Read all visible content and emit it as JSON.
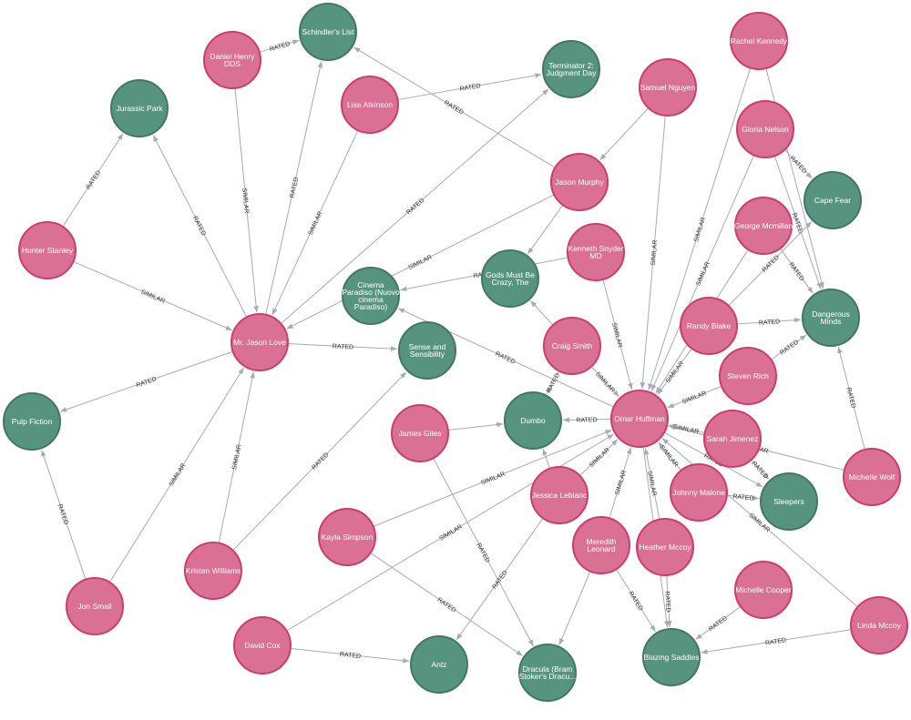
{
  "colors": {
    "user_fill": "#da7194",
    "user_stroke": "#cc3c6c",
    "movie_fill": "#569480",
    "movie_stroke": "#447666",
    "edge": "#a5abb6",
    "edge_label": "#333333"
  },
  "nodes": [
    {
      "id": "schindlers_list",
      "type": "movie",
      "lines": [
        "Schindler's List"
      ]
    },
    {
      "id": "terminator2",
      "type": "movie",
      "lines": [
        "Terminator 2:",
        "Judgment Day"
      ]
    },
    {
      "id": "jurassic_park",
      "type": "movie",
      "lines": [
        "Jurassic Park"
      ]
    },
    {
      "id": "cape_fear",
      "type": "movie",
      "lines": [
        "Cape Fear"
      ]
    },
    {
      "id": "dangerous_minds",
      "type": "movie",
      "lines": [
        "Dangerous",
        "Minds"
      ]
    },
    {
      "id": "gods_must_be_crazy",
      "type": "movie",
      "lines": [
        "Gods Must Be",
        "Crazy, The"
      ]
    },
    {
      "id": "cinema_paradiso",
      "type": "movie",
      "lines": [
        "Cinema",
        "Paradiso (Nuovo",
        "cinema",
        "Paradiso)"
      ]
    },
    {
      "id": "sense_sensibility",
      "type": "movie",
      "lines": [
        "Sense and",
        "Sensibility"
      ]
    },
    {
      "id": "pulp_fiction",
      "type": "movie",
      "lines": [
        "Pulp Fiction"
      ]
    },
    {
      "id": "dumbo",
      "type": "movie",
      "lines": [
        "Dumbo"
      ]
    },
    {
      "id": "sleepers",
      "type": "movie",
      "lines": [
        "Sleepers"
      ]
    },
    {
      "id": "antz",
      "type": "movie",
      "lines": [
        "Antz"
      ]
    },
    {
      "id": "dracula",
      "type": "movie",
      "lines": [
        "Dracula (Bram",
        "Stoker's Dracu..."
      ]
    },
    {
      "id": "blazing_saddles",
      "type": "movie",
      "lines": [
        "Blazing Saddles"
      ]
    },
    {
      "id": "daniel_henry",
      "type": "user",
      "lines": [
        "Daniel Henry",
        "DDS"
      ]
    },
    {
      "id": "lisa_atkinson",
      "type": "user",
      "lines": [
        "Lisa Atkinson"
      ]
    },
    {
      "id": "samuel_nguyen",
      "type": "user",
      "lines": [
        "Samuel Nguyen"
      ]
    },
    {
      "id": "rachel_kennedy",
      "type": "user",
      "lines": [
        "Rachel Kennedy"
      ]
    },
    {
      "id": "gloria_nelson",
      "type": "user",
      "lines": [
        "Gloria Nelson"
      ]
    },
    {
      "id": "hunter_stanley",
      "type": "user",
      "lines": [
        "Hunter Stanley"
      ]
    },
    {
      "id": "jason_murphy",
      "type": "user",
      "lines": [
        "Jason Murphy"
      ]
    },
    {
      "id": "george_mcmillan",
      "type": "user",
      "lines": [
        "George Mcmillan"
      ]
    },
    {
      "id": "kenneth_snyder",
      "type": "user",
      "lines": [
        "Kenneth Snyder",
        "MD"
      ]
    },
    {
      "id": "mr_jason_love",
      "type": "user",
      "lines": [
        "Mr. Jason Love"
      ]
    },
    {
      "id": "randy_blake",
      "type": "user",
      "lines": [
        "Randy Blake"
      ]
    },
    {
      "id": "craig_smith",
      "type": "user",
      "lines": [
        "Craig Smith"
      ]
    },
    {
      "id": "steven_rich",
      "type": "user",
      "lines": [
        "Steven Rich"
      ]
    },
    {
      "id": "omar_huffman",
      "type": "user",
      "lines": [
        "Omar Huffman"
      ]
    },
    {
      "id": "james_giles",
      "type": "user",
      "lines": [
        "James Giles"
      ]
    },
    {
      "id": "sarah_jimenez",
      "type": "user",
      "lines": [
        "Sarah Jimenez"
      ]
    },
    {
      "id": "michelle_wolf",
      "type": "user",
      "lines": [
        "Michelle Wolf"
      ]
    },
    {
      "id": "jessica_leblanc",
      "type": "user",
      "lines": [
        "Jessica Leblanc"
      ]
    },
    {
      "id": "johnny_malone",
      "type": "user",
      "lines": [
        "Johnny Malone"
      ]
    },
    {
      "id": "kayla_simpson",
      "type": "user",
      "lines": [
        "Kayla Simpson"
      ]
    },
    {
      "id": "meredith_leonard",
      "type": "user",
      "lines": [
        "Meredith",
        "Leonard"
      ]
    },
    {
      "id": "heather_mccoy",
      "type": "user",
      "lines": [
        "Heather Mccoy"
      ]
    },
    {
      "id": "kristen_williams",
      "type": "user",
      "lines": [
        "Kristen Williams"
      ]
    },
    {
      "id": "jon_small",
      "type": "user",
      "lines": [
        "Jon Small"
      ]
    },
    {
      "id": "michelle_cooper",
      "type": "user",
      "lines": [
        "Michelle Cooper"
      ]
    },
    {
      "id": "linda_mccoy",
      "type": "user",
      "lines": [
        "Linda Mccoy"
      ]
    },
    {
      "id": "david_cox",
      "type": "user",
      "lines": [
        "David Cox"
      ]
    }
  ],
  "edges": [
    {
      "source": "daniel_henry",
      "target": "schindlers_list",
      "label": "RATED"
    },
    {
      "source": "daniel_henry",
      "target": "mr_jason_love",
      "label": "SIMILAR"
    },
    {
      "source": "mr_jason_love",
      "target": "schindlers_list",
      "label": "RATED"
    },
    {
      "source": "jason_murphy",
      "target": "schindlers_list",
      "label": "RATED"
    },
    {
      "source": "lisa_atkinson",
      "target": "terminator2",
      "label": "RATED"
    },
    {
      "source": "lisa_atkinson",
      "target": "mr_jason_love",
      "label": "SIMILAR"
    },
    {
      "source": "mr_jason_love",
      "target": "terminator2",
      "label": "RATED"
    },
    {
      "source": "hunter_stanley",
      "target": "jurassic_park",
      "label": "RATED"
    },
    {
      "source": "mr_jason_love",
      "target": "jurassic_park",
      "label": "RATED"
    },
    {
      "source": "hunter_stanley",
      "target": "mr_jason_love",
      "label": "SIMILAR"
    },
    {
      "source": "mr_jason_love",
      "target": "pulp_fiction",
      "label": "RATED"
    },
    {
      "source": "jon_small",
      "target": "pulp_fiction",
      "label": "RATED"
    },
    {
      "source": "jon_small",
      "target": "mr_jason_love",
      "label": "SIMILAR"
    },
    {
      "source": "kristen_williams",
      "target": "mr_jason_love",
      "label": "SIMILAR"
    },
    {
      "source": "kristen_williams",
      "target": "sense_sensibility",
      "label": "RATED"
    },
    {
      "source": "mr_jason_love",
      "target": "sense_sensibility",
      "label": "RATED"
    },
    {
      "source": "jason_murphy",
      "target": "mr_jason_love",
      "label": "SIMILAR"
    },
    {
      "source": "jason_murphy",
      "target": "gods_must_be_crazy",
      "label": ""
    },
    {
      "source": "samuel_nguyen",
      "target": "jason_murphy",
      "label": ""
    },
    {
      "source": "samuel_nguyen",
      "target": "omar_huffman",
      "label": "SIMILAR"
    },
    {
      "source": "rachel_kennedy",
      "target": "omar_huffman",
      "label": "SIMILAR"
    },
    {
      "source": "rachel_kennedy",
      "target": "dangerous_minds",
      "label": ""
    },
    {
      "source": "gloria_nelson",
      "target": "cape_fear",
      "label": "RATED"
    },
    {
      "source": "gloria_nelson",
      "target": "dangerous_minds",
      "label": "RATED"
    },
    {
      "source": "gloria_nelson",
      "target": "omar_huffman",
      "label": "SIMILAR"
    },
    {
      "source": "george_mcmillan",
      "target": "dangerous_minds",
      "label": "RATED"
    },
    {
      "source": "george_mcmillan",
      "target": "omar_huffman",
      "label": ""
    },
    {
      "source": "randy_blake",
      "target": "dangerous_minds",
      "label": "RATED"
    },
    {
      "source": "randy_blake",
      "target": "cape_fear",
      "label": "RATED"
    },
    {
      "source": "randy_blake",
      "target": "omar_huffman",
      "label": "SIMILAR"
    },
    {
      "source": "steven_rich",
      "target": "dangerous_minds",
      "label": "RATED"
    },
    {
      "source": "steven_rich",
      "target": "omar_huffman",
      "label": "SIMILAR"
    },
    {
      "source": "michelle_wolf",
      "target": "dangerous_minds",
      "label": "RATED"
    },
    {
      "source": "michelle_wolf",
      "target": "omar_huffman",
      "label": "SIMILAR"
    },
    {
      "source": "sarah_jimenez",
      "target": "omar_huffman",
      "label": "SIMILAR"
    },
    {
      "source": "sarah_jimenez",
      "target": "sleepers",
      "label": "RATED"
    },
    {
      "source": "omar_huffman",
      "target": "sleepers",
      "label": "RATED"
    },
    {
      "source": "johnny_malone",
      "target": "sleepers",
      "label": "RATED"
    },
    {
      "source": "johnny_malone",
      "target": "omar_huffman",
      "label": "SIMILAR"
    },
    {
      "source": "kenneth_snyder",
      "target": "cinema_paradiso",
      "label": "RATED"
    },
    {
      "source": "kenneth_snyder",
      "target": "omar_huffman",
      "label": "SIMILAR"
    },
    {
      "source": "craig_smith",
      "target": "gods_must_be_crazy",
      "label": ""
    },
    {
      "source": "craig_smith",
      "target": "dumbo",
      "label": "RATED"
    },
    {
      "source": "craig_smith",
      "target": "omar_huffman",
      "label": "SIMILAR"
    },
    {
      "source": "omar_huffman",
      "target": "cinema_paradiso",
      "label": "RATED"
    },
    {
      "source": "omar_huffman",
      "target": "dumbo",
      "label": "RATED"
    },
    {
      "source": "james_giles",
      "target": "dumbo",
      "label": ""
    },
    {
      "source": "james_giles",
      "target": "dracula",
      "label": "RATED"
    },
    {
      "source": "jessica_leblanc",
      "target": "dumbo",
      "label": ""
    },
    {
      "source": "jessica_leblanc",
      "target": "omar_huffman",
      "label": "SIMILAR"
    },
    {
      "source": "jessica_leblanc",
      "target": "antz",
      "label": "RATED"
    },
    {
      "source": "kayla_simpson",
      "target": "omar_huffman",
      "label": "SIMILAR"
    },
    {
      "source": "kayla_simpson",
      "target": "dracula",
      "label": "RATED"
    },
    {
      "source": "david_cox",
      "target": "omar_huffman",
      "label": "SIMILAR"
    },
    {
      "source": "david_cox",
      "target": "antz",
      "label": "RATED"
    },
    {
      "source": "meredith_leonard",
      "target": "omar_huffman",
      "label": "SIMILAR"
    },
    {
      "source": "meredith_leonard",
      "target": "dracula",
      "label": ""
    },
    {
      "source": "meredith_leonard",
      "target": "blazing_saddles",
      "label": "RATED"
    },
    {
      "source": "heather_mccoy",
      "target": "omar_huffman",
      "label": "SIMILAR"
    },
    {
      "source": "heather_mccoy",
      "target": "blazing_saddles",
      "label": "RATED"
    },
    {
      "source": "omar_huffman",
      "target": "blazing_saddles",
      "label": ""
    },
    {
      "source": "michelle_cooper",
      "target": "blazing_saddles",
      "label": "RATED"
    },
    {
      "source": "linda_mccoy",
      "target": "blazing_saddles",
      "label": "RATED"
    },
    {
      "source": "linda_mccoy",
      "target": "omar_huffman",
      "label": "SIMILAR"
    }
  ]
}
